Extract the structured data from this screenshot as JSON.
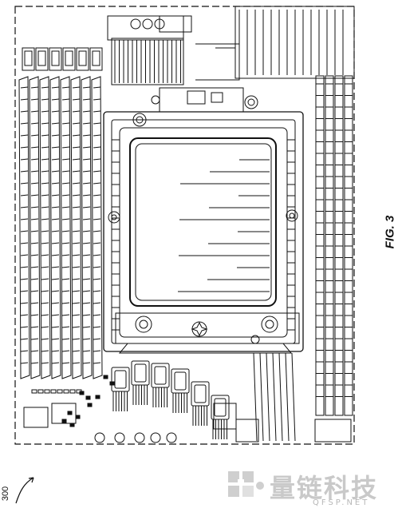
{
  "figure": {
    "label": "FIG. 3",
    "reference_numeral": "300"
  },
  "watermark": {
    "text": "量链科技",
    "subtext": "QFSP.NET"
  },
  "drawing": {
    "left_dimm_count": 8,
    "right_dimm_count": 4,
    "top_connector_count": 6,
    "front_heatsink_count": 6,
    "mount_screws": 4,
    "accent_color": "#111111"
  }
}
